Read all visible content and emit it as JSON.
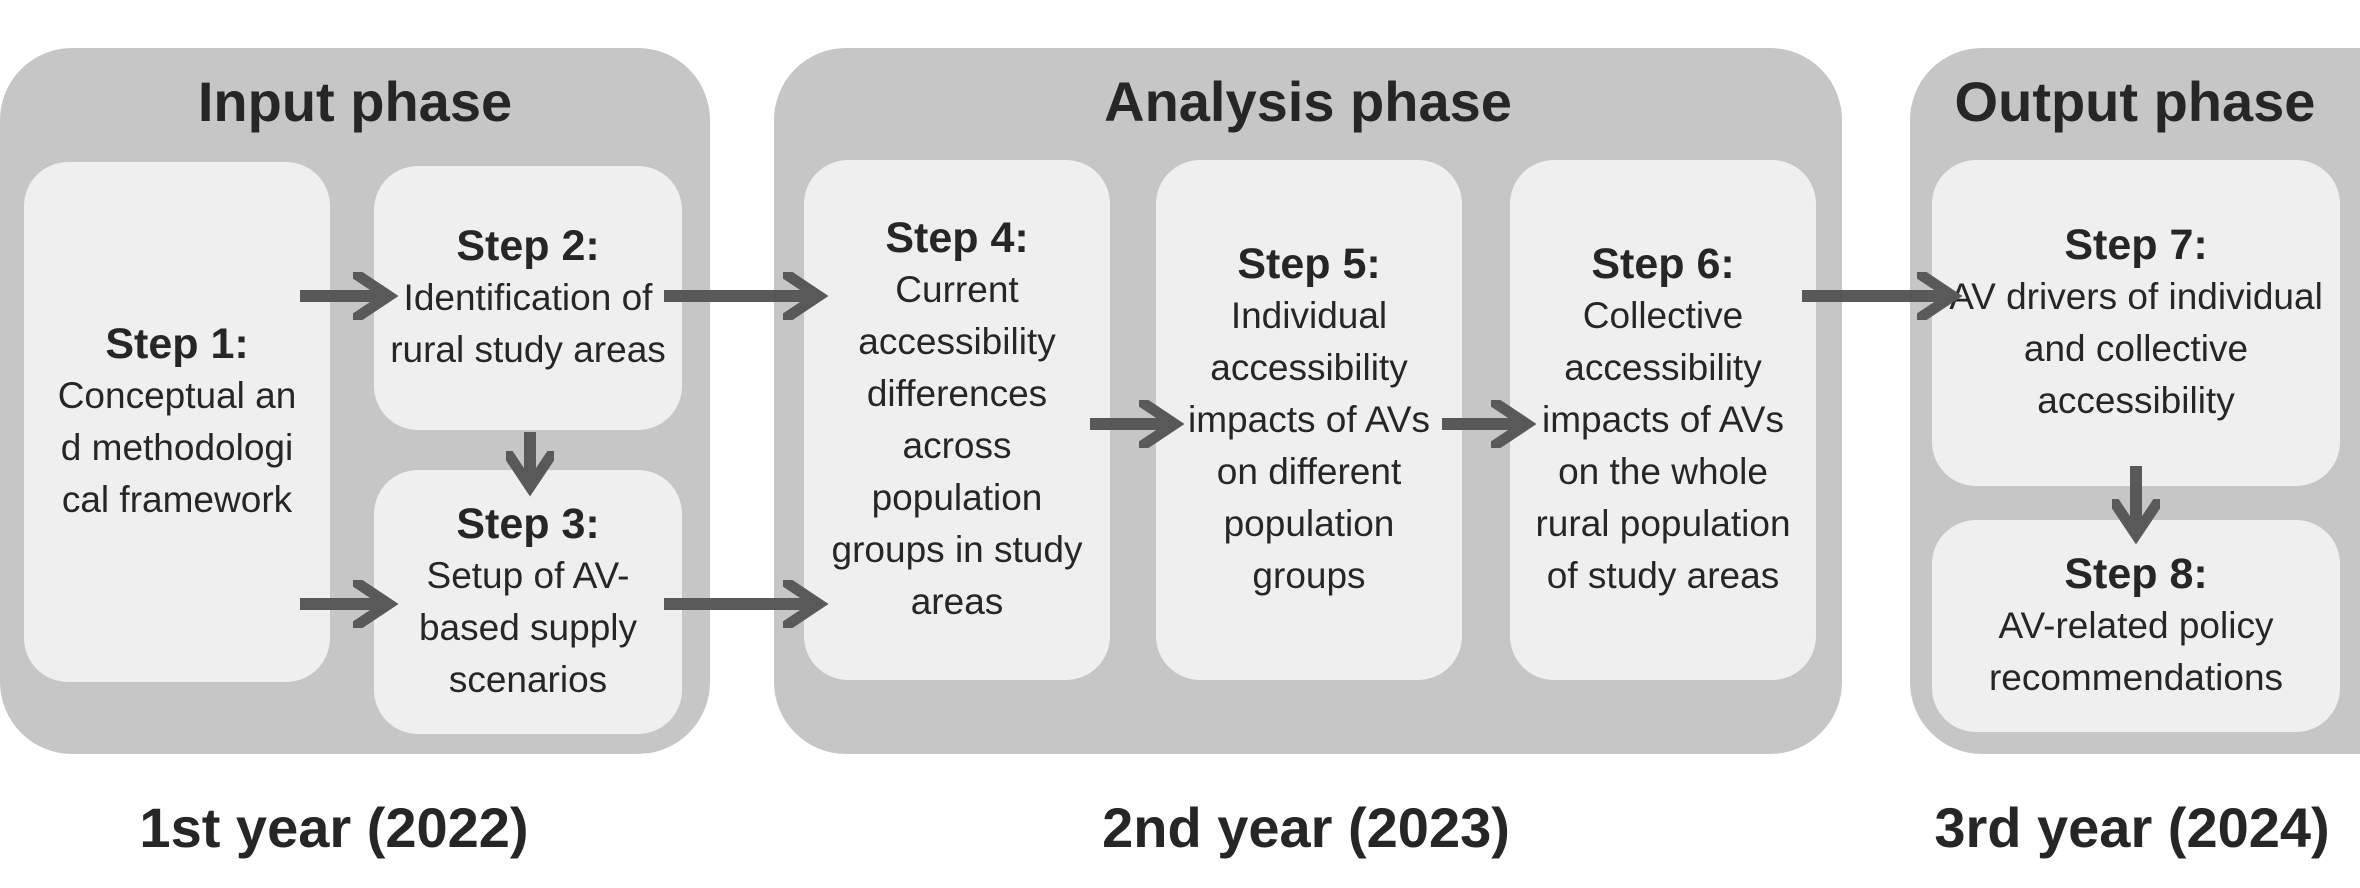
{
  "phases": {
    "input": "Input phase",
    "analysis": "Analysis phase",
    "output": "Output phase"
  },
  "steps": [
    {
      "title": "Step 1:",
      "text": "Conceptual and methodological framework"
    },
    {
      "title": "Step 2:",
      "text": "Identification of rural study areas"
    },
    {
      "title": "Step 3:",
      "text": "Setup of AV-based supply scenarios"
    },
    {
      "title": "Step 4:",
      "text": "Current accessibility differences across population groups in study areas"
    },
    {
      "title": "Step 5:",
      "text": "Individual accessibility impacts of AVs on different population groups"
    },
    {
      "title": "Step 6:",
      "text": "Collective accessibility impacts of AVs on the whole rural population of study areas"
    },
    {
      "title": "Step 7:",
      "text": "AV drivers of individual and collective accessibility"
    },
    {
      "title": "Step 8:",
      "text": "AV-related policy recommendations"
    }
  ],
  "years": {
    "first": "1st year (2022)",
    "second": "2nd year (2023)",
    "third": "3rd year (2024)"
  },
  "colors": {
    "phase_bg": "#c6c6c6",
    "step_bg": "#efefef",
    "arrow": "#595959",
    "text": "#262626"
  }
}
